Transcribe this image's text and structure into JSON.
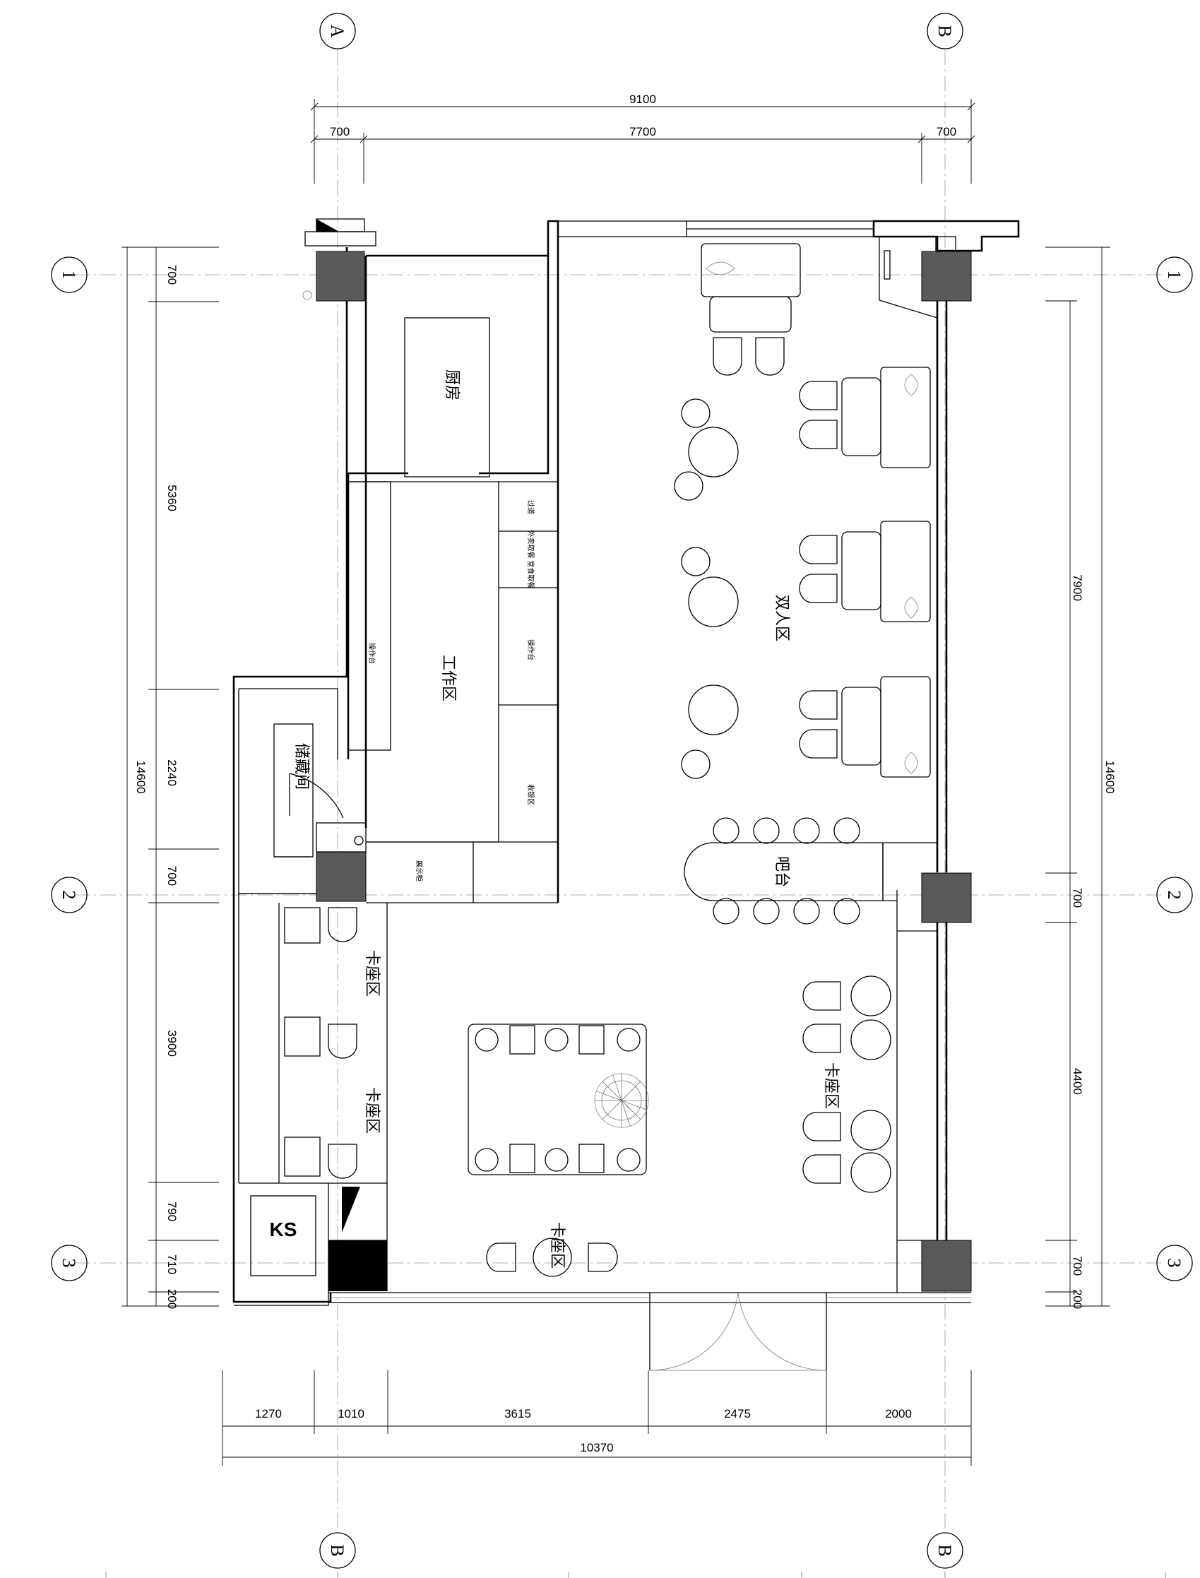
{
  "axes": {
    "top_left": "A",
    "top_right": "B",
    "bottom_left": "B",
    "bottom_right": "B",
    "left_1": "1",
    "left_2": "2",
    "left_3": "3",
    "right_1": "1",
    "right_2": "2",
    "right_3": "3"
  },
  "dimensions": {
    "top_total": "9100",
    "top_left": "700",
    "top_mid": "7700",
    "top_right": "700",
    "left_1": "700",
    "left_2": "5360",
    "left_3": "2240",
    "left_4": "700",
    "left_5": "3900",
    "left_6": "790",
    "left_7": "710",
    "left_8": "200",
    "left_total": "14600",
    "right_1": "7900",
    "right_2": "700",
    "right_3": "4400",
    "right_4": "700",
    "right_5": "200",
    "right_total": "14600",
    "bottom_1": "1270",
    "bottom_2": "1010",
    "bottom_3": "3615",
    "bottom_4": "2475",
    "bottom_5": "2000",
    "bottom_total": "10370"
  },
  "rooms": {
    "kitchen": "厨房",
    "work_area": "工作区",
    "storage": "储藏间",
    "double_area": "双人区",
    "bar": "吧台",
    "booth_1": "卡座区",
    "booth_2": "卡座区",
    "booth_3": "卡座区",
    "booth_4": "卡座区",
    "ks": "KS"
  },
  "labels": {
    "counter_1": "操作台",
    "counter_2": "操作台",
    "delivery": "外卖取餐 堂食取餐",
    "pass": "过道",
    "cashier": "收银区",
    "display": "展示柜"
  }
}
